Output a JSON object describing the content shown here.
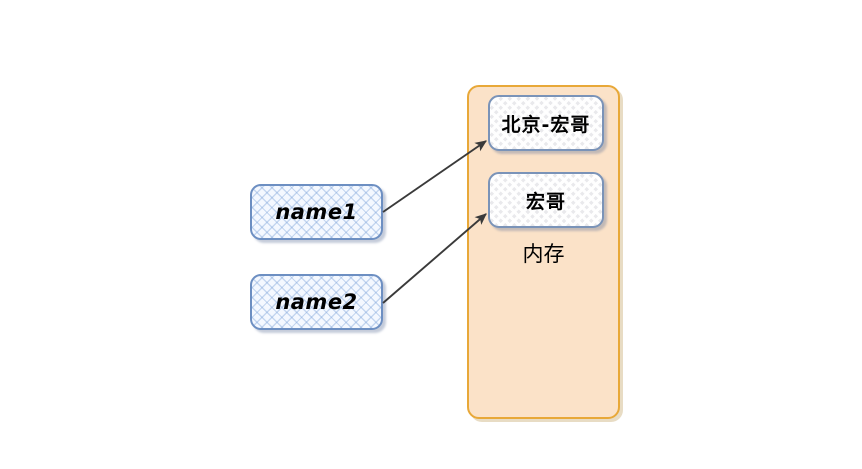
{
  "diagram": {
    "title": "",
    "background_color": "#ffffff",
    "memory_region": {
      "caption": "内存",
      "fill_color": "#fbe2c8",
      "border_color": "#e8a838",
      "values": [
        {
          "id": "value-beijing-honge",
          "label": "北京-宏哥"
        },
        {
          "id": "value-honge",
          "label": "宏哥"
        }
      ]
    },
    "variables": [
      {
        "id": "var-name1",
        "label": "name1"
      },
      {
        "id": "var-name2",
        "label": "name2"
      }
    ],
    "variable_fill_color": "#f4f8ff",
    "variable_border_color": "#6d8fc2",
    "value_fill_color": "#e9e9ec",
    "value_border_color": "#7a93b8",
    "arrow_color": "#3a3a3a",
    "references": [
      {
        "id": "ref-name1",
        "from": "name1",
        "to": "北京-宏哥"
      },
      {
        "id": "ref-name2",
        "from": "name2",
        "to": "宏哥"
      }
    ]
  }
}
